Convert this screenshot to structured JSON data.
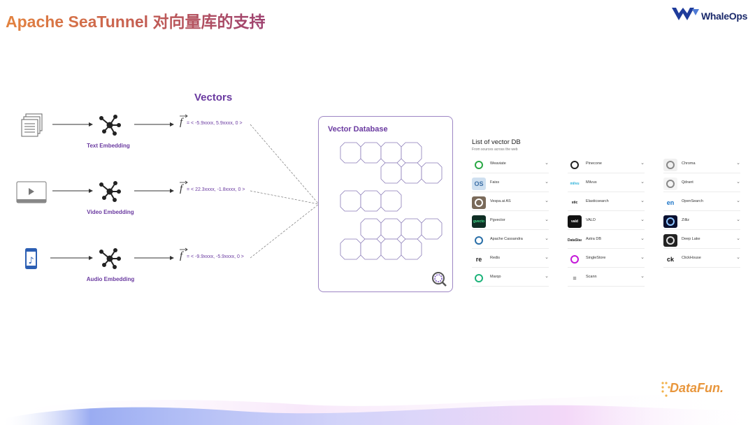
{
  "header": {
    "title": "Apache SeaTunnel 对向量库的支持",
    "logo_text": "WhaleOps"
  },
  "diagram": {
    "vectors_title": "Vectors",
    "f_symbol": "f",
    "rows": [
      {
        "icon": "documents-icon",
        "label": "Text Embedding",
        "vector": "= < -5.9xxxx, 5.9xxxx, 0 >"
      },
      {
        "icon": "video-icon",
        "label": "Video Embedding",
        "vector": "= < 22.3xxxx, -1.8xxxx, 0 >"
      },
      {
        "icon": "music-file-icon",
        "label": "Audio Embedding",
        "vector": "= < -9.9xxxx, -5.9xxxx, 0 >"
      }
    ],
    "db_title": "Vector Database"
  },
  "vector_db_list": {
    "title": "List of vector DB",
    "subtitle": "From sources across the web",
    "columns": [
      [
        {
          "name": "Weaviate",
          "icon": "weaviate-icon",
          "glyph": "",
          "bg": "#ffffff",
          "fg": "#2aa845"
        },
        {
          "name": "Faiss",
          "icon": "faiss-icon",
          "glyph": "OS",
          "bg": "#cfe0f0",
          "fg": "#3b6ea5"
        },
        {
          "name": "Vespa.ai AS",
          "icon": "vespa-icon",
          "glyph": "",
          "bg": "#7a6a5a",
          "fg": "#ffffff"
        },
        {
          "name": "Pgvector",
          "icon": "pgvector-icon",
          "glyph": "gvecto",
          "bg": "#0e2e24",
          "fg": "#3ee08a"
        },
        {
          "name": "Apache Cassandra",
          "icon": "cassandra-icon",
          "glyph": "",
          "bg": "#ffffff",
          "fg": "#2a6fa8"
        },
        {
          "name": "Redis",
          "icon": "redis-icon",
          "glyph": "re",
          "bg": "#ffffff",
          "fg": "#222222"
        },
        {
          "name": "Marqo",
          "icon": "marqo-icon",
          "glyph": "",
          "bg": "#ffffff",
          "fg": "#1db37a"
        }
      ],
      [
        {
          "name": "Pinecone",
          "icon": "pinecone-icon",
          "glyph": "",
          "bg": "#ffffff",
          "fg": "#222222"
        },
        {
          "name": "Milvus",
          "icon": "milvus-icon",
          "glyph": "milvu",
          "bg": "#ffffff",
          "fg": "#2ab0d8"
        },
        {
          "name": "Elasticsearch",
          "icon": "elasticsearch-icon",
          "glyph": "stic",
          "bg": "#ffffff",
          "fg": "#111111"
        },
        {
          "name": "VALD",
          "icon": "vald-icon",
          "glyph": "vald",
          "bg": "#111111",
          "fg": "#ffffff"
        },
        {
          "name": "Astra DB",
          "icon": "astradb-icon",
          "glyph": "DataStax",
          "bg": "#ffffff",
          "fg": "#222222"
        },
        {
          "name": "SingleStore",
          "icon": "singlestore-icon",
          "glyph": "",
          "bg": "#ffffff",
          "fg": "#c417d8"
        },
        {
          "name": "Scann",
          "icon": "scann-icon",
          "glyph": "≡",
          "bg": "#ffffff",
          "fg": "#555555"
        }
      ],
      [
        {
          "name": "Chroma",
          "icon": "chroma-icon",
          "glyph": "",
          "bg": "#f0f0f0",
          "fg": "#888888"
        },
        {
          "name": "Qdrant",
          "icon": "qdrant-icon",
          "glyph": "",
          "bg": "#f4f4f4",
          "fg": "#888888"
        },
        {
          "name": "OpenSearch",
          "icon": "opensearch-icon",
          "glyph": "en",
          "bg": "#ffffff",
          "fg": "#1a73c6"
        },
        {
          "name": "Zilliz",
          "icon": "zilliz-icon",
          "glyph": "",
          "bg": "#0a1030",
          "fg": "#8ec5ff"
        },
        {
          "name": "Deep Lake",
          "icon": "deeplake-icon",
          "glyph": "",
          "bg": "#222222",
          "fg": "#e0e0e0"
        },
        {
          "name": "ClickHouse",
          "icon": "clickhouse-icon",
          "glyph": "ck",
          "bg": "#ffffff",
          "fg": "#111111"
        }
      ]
    ]
  },
  "footer": {
    "brand_text": "DataFun."
  }
}
